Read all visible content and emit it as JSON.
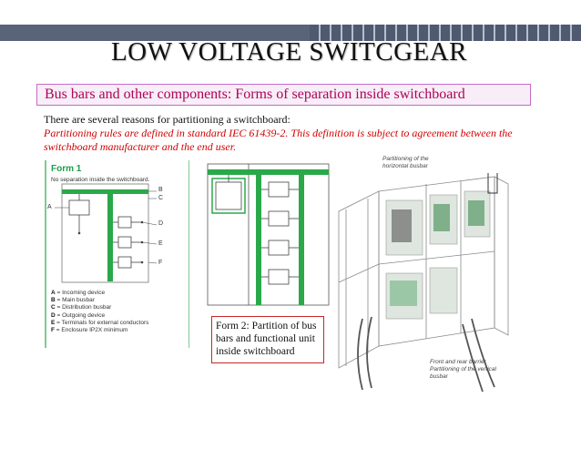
{
  "title": "LOW VOLTAGE SWITCGEAR",
  "subtitle": "Bus bars and other components: Forms of separation inside switchboard",
  "intro": "There are several reasons for partitioning a switchboard:",
  "rules": "Partitioning rules are defined in standard IEC 61439-2. This definition is subject to agreement between the switchboard manufacturer and the end user.",
  "form1": {
    "title": "Form 1",
    "caption": "No separation inside the switchboard.",
    "labels": [
      "A",
      "B",
      "C",
      "D",
      "E",
      "F"
    ],
    "legend": [
      {
        "key": "A",
        "text": " = Incoming device"
      },
      {
        "key": "B",
        "text": " = Main busbar"
      },
      {
        "key": "C",
        "text": " = Distribution busbar"
      },
      {
        "key": "D",
        "text": " = Outgoing device"
      },
      {
        "key": "E",
        "text": " = Terminals for external conductors"
      },
      {
        "key": "F",
        "text": " = Enclosure IP2X minimum"
      }
    ]
  },
  "form2_callout": "Form 2: Partition of bus bars and functional unit inside switchboard",
  "annotations": {
    "horizontal": "Partitioning of the horizontal busbar",
    "front_rear": "Front and rear barrier",
    "vertical": "Partitioning of the vertical busbar"
  },
  "colors": {
    "busbar_green": "#2aa84a",
    "subtitle_text": "#b0005a",
    "rules_text": "#d10000",
    "banner": "#5a6478"
  }
}
